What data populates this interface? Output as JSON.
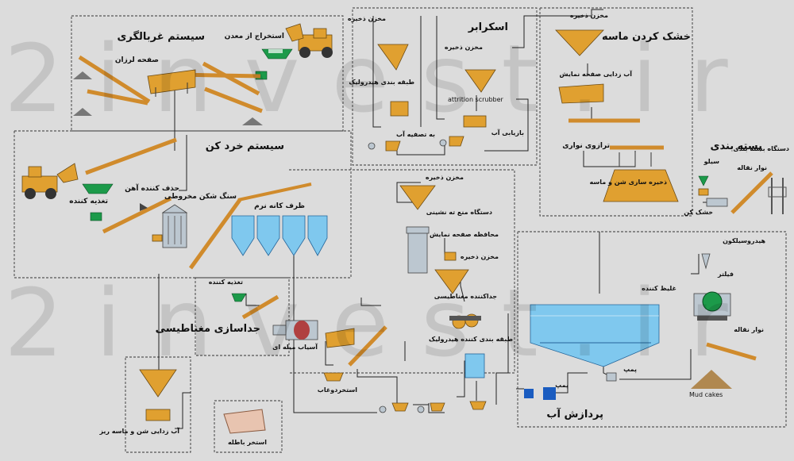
{
  "watermark": {
    "line1": "2invest.ir",
    "line2": "2invest.ir"
  },
  "sections": {
    "screening": "سیستم غربالگری",
    "crushing": "سیستم خرد کن",
    "scrubber": "اسکرابر",
    "drying": "خشک کردن ماسه",
    "packing": "بسته بندی",
    "magnetic": "جداسازی مغناطیسی",
    "water": "پردازش آب"
  },
  "labels": {
    "mining": "استخراج از معدن",
    "vibrating_screen": "صفحه لرزان",
    "iron_remover": "حذف کننده آهن",
    "feeder1": "تغذیه کننده",
    "cone_crusher": "سنگ شکن مخروطی",
    "fine_sand_bin": "ظرف کانه نرم",
    "storage1": "مخزن ذخیره",
    "hydraulic_classifier": "طبقه بندی هیدرولیک",
    "to_water_treatment": "به تصفیه آب",
    "storage2": "مخزن ذخیره",
    "attrition_scrubber": "attrition scrubber",
    "water_recovery": "بازیابی آب",
    "storage3": "مخزن ذخیره",
    "dewatering_screen": "آب زدایی صفحه نمایش",
    "belt_scale": "ترازوی نواری",
    "sand_storage": "ذخیره سازی شن و ماسه",
    "packing_machine": "دستگاه بسته بندی",
    "silo": "سیلو",
    "conveyor_belt1": "نوار نقاله",
    "dryer": "خشک کن",
    "storage4": "مخزن ذخیره",
    "settling_device": "دستگاه منع ته نشینی",
    "screen_guard": "محافظه صفحه نمایش",
    "storage5": "مخزن ذخیره",
    "magnetic_separator": "جداکننده مغناطیسی",
    "hydraulic_classifier2": "طبقه بندی کننده هیدرولیک",
    "feeder2": "تغذیه کننده",
    "ball_mill": "آسیاب میله ای",
    "slurry_pond": "استخردوغاب",
    "fine_sand_dewatering": "آب زدایی شن و ماسه ریز",
    "tailings_pond": "استخر باطله",
    "hydrocyclone": "هیدروسیلکون",
    "thickener": "غلیظ کننده",
    "filter": "فیلتر",
    "conveyor_belt2": "نوار نقاله",
    "pump1": "پمپ",
    "pump2": "پمپ",
    "mud_cakes": "Mud cakes"
  }
}
